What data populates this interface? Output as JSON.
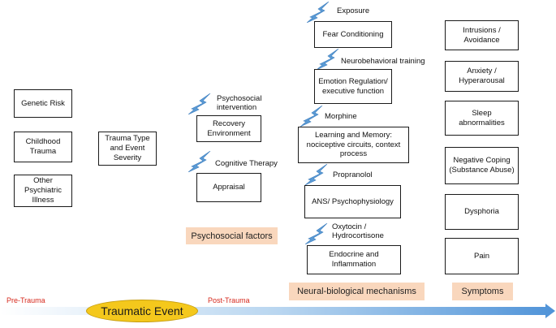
{
  "pretrauma": {
    "genetic_risk": "Genetic Risk",
    "childhood_trauma": "Childhood Trauma",
    "other_illness": "Other Psychiatric Illness"
  },
  "trauma_type": "Trauma Type and Event Severity",
  "psychosocial": {
    "intervention_label": "Psychosocial intervention",
    "recovery_environment": "Recovery Environment",
    "cognitive_therapy_label": "Cognitive Therapy",
    "appraisal": "Appraisal",
    "category": "Psychosocial factors"
  },
  "neuro": {
    "exposure_label": "Exposure",
    "fear_conditioning": "Fear Conditioning",
    "neurobehavioral_label": "Neurobehavioral training",
    "emotion_regulation": "Emotion Regulation/ executive function",
    "morphine_label": "Morphine",
    "learning_memory": "Learning and Memory: nociceptive circuits, context process",
    "propranolol_label": "Propranolol",
    "ans": "ANS/ Psychophysiology",
    "oxytocin_label": "Oxytocin / Hydrocortisone",
    "endocrine": "Endocrine and Inflammation",
    "category": "Neural-biological mechanisms"
  },
  "symptoms": {
    "intrusions": "Intrusions / Avoidance",
    "anxiety": "Anxiety / Hyperarousal",
    "sleep": "Sleep abnormalities",
    "coping": "Negative Coping (Substance Abuse)",
    "dysphoria": "Dysphoria",
    "pain": "Pain",
    "category": "Symptoms"
  },
  "timeline": {
    "pre": "Pre-Trauma",
    "event": "Traumatic Event",
    "post": "Post-Trauma"
  },
  "colors": {
    "bolt": "#5b9bd5",
    "category_bg": "#f9d7bd",
    "arrow": "#4f93d8",
    "event_fill": "#f4c81c",
    "timeline_text": "#d6281c"
  }
}
